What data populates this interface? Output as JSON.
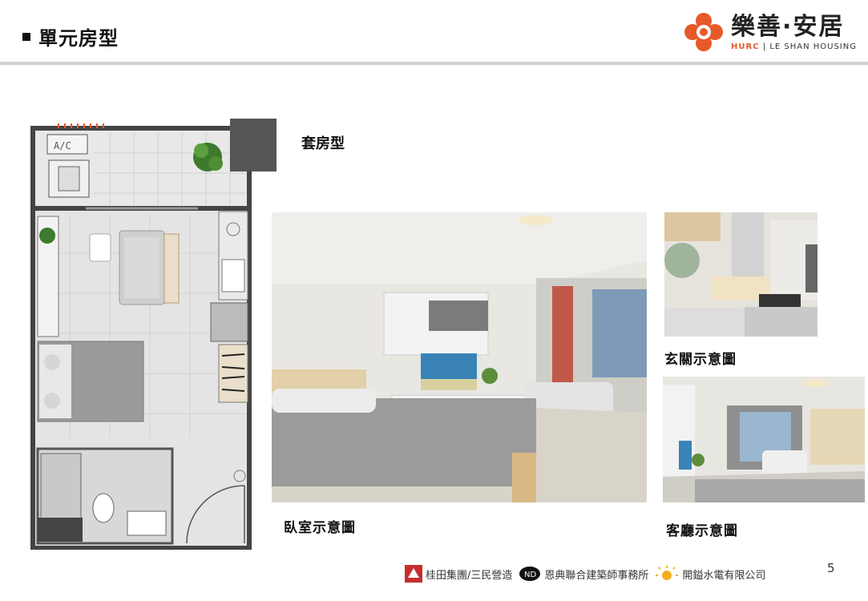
{
  "header": {
    "title": "單元房型",
    "logo_cn": "樂善·安居",
    "logo_brand": "HURC",
    "logo_en": "| LE SHAN HOUSING"
  },
  "unit": {
    "subtitle": "套房型",
    "floorplan_ac_label": "A/C"
  },
  "captions": {
    "bedroom": "臥室示意圖",
    "entrance": "玄關示意圖",
    "living": "客廳示意圖"
  },
  "footer": {
    "company1": "桂田集團/三民營造",
    "company2": "恩典聯合建築師事務所",
    "company3": "開鎰水電有限公司"
  },
  "page_number": "5",
  "colors": {
    "brand_orange": "#e8592a",
    "rule_gray": "#d0d0d0"
  }
}
